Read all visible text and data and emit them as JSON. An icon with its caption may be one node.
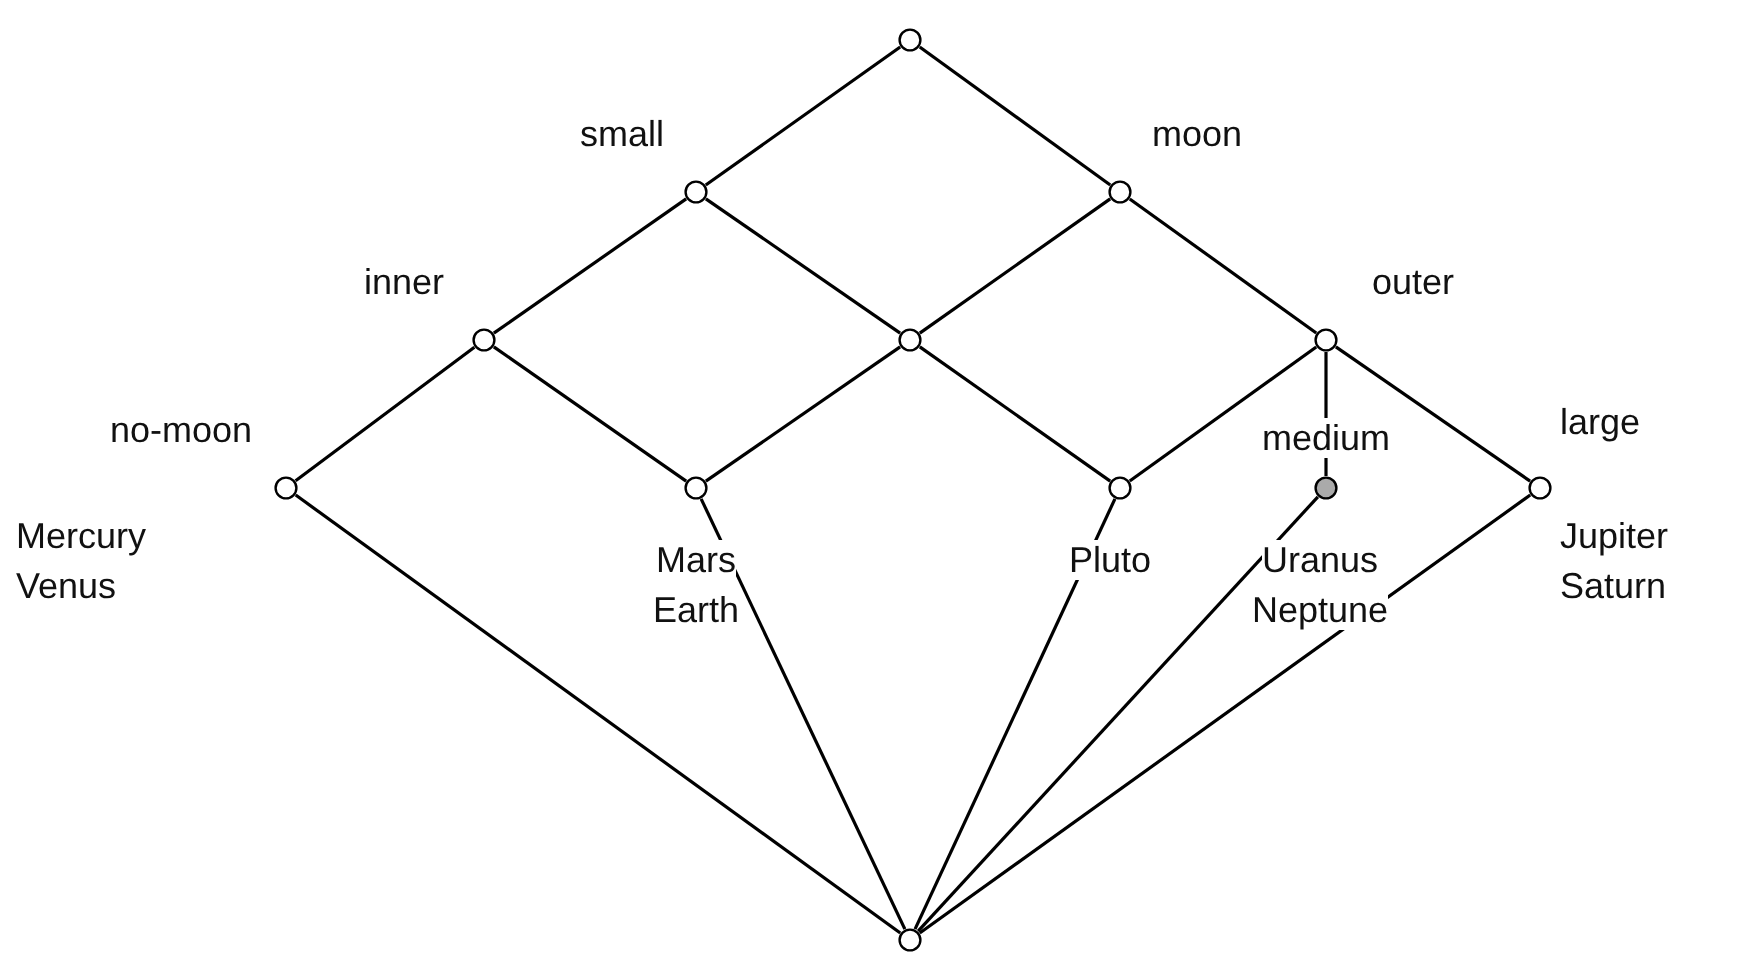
{
  "diagram": {
    "nodes": [
      {
        "text": [],
        "shape": "circle"
      },
      {
        "text": [],
        "shape": "circle",
        "beside": [
          "small"
        ]
      },
      {
        "text": [],
        "shape": "circle",
        "beside": [
          "moon"
        ]
      },
      {
        "text": [],
        "shape": "circle",
        "beside": [
          "inner"
        ]
      },
      {
        "text": [],
        "shape": "circle"
      },
      {
        "text": [],
        "shape": "circle",
        "beside": [
          "outer"
        ]
      },
      {
        "text": [],
        "shape": "circle",
        "beside": [
          "no-moon",
          "Mercury Venus"
        ]
      },
      {
        "text": [],
        "shape": "circle",
        "beside": [
          "Mars Earth"
        ]
      },
      {
        "text": [],
        "shape": "circle",
        "beside": [
          "Pluto"
        ]
      },
      {
        "text": [],
        "shape": "circle",
        "beside": [
          "medium",
          "Uranus Neptune"
        ]
      },
      {
        "text": [],
        "shape": "circle",
        "beside": [
          "large",
          "Jupiter Saturn"
        ]
      },
      {
        "text": [],
        "shape": "circle"
      }
    ],
    "edges": [
      {
        "from": 0,
        "to": 1,
        "arrow": "none"
      },
      {
        "from": 0,
        "to": 2,
        "arrow": "none"
      },
      {
        "from": 1,
        "to": 3,
        "arrow": "none"
      },
      {
        "from": 1,
        "to": 4,
        "arrow": "none"
      },
      {
        "from": 2,
        "to": 4,
        "arrow": "none"
      },
      {
        "from": 2,
        "to": 5,
        "arrow": "none"
      },
      {
        "from": 3,
        "to": 6,
        "arrow": "none"
      },
      {
        "from": 3,
        "to": 7,
        "arrow": "none"
      },
      {
        "from": 4,
        "to": 7,
        "arrow": "none"
      },
      {
        "from": 4,
        "to": 8,
        "arrow": "none"
      },
      {
        "from": 5,
        "to": 8,
        "arrow": "none"
      },
      {
        "from": 5,
        "to": 9,
        "arrow": "none"
      },
      {
        "from": 5,
        "to": 10,
        "arrow": "none"
      },
      {
        "from": 6,
        "to": 11,
        "arrow": "none"
      },
      {
        "from": 7,
        "to": 11,
        "arrow": "none"
      },
      {
        "from": 8,
        "to": 11,
        "arrow": "none"
      },
      {
        "from": 9,
        "to": 11,
        "arrow": "none"
      },
      {
        "from": 10,
        "to": 11,
        "arrow": "none"
      }
    ]
  }
}
